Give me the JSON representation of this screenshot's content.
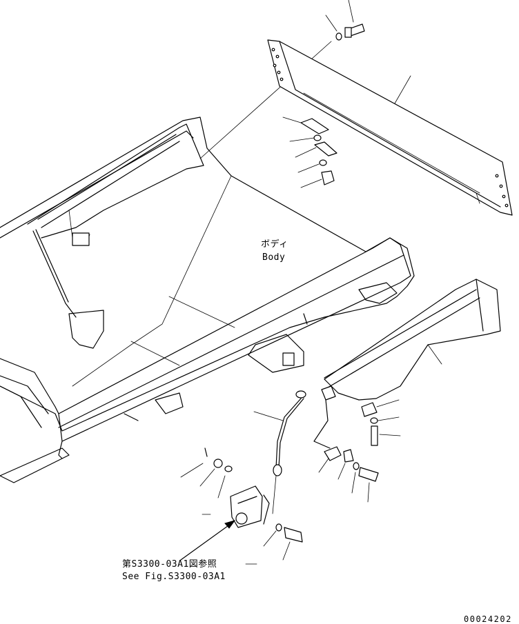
{
  "labels": {
    "body_jp": "ボディ",
    "body_en": "Body",
    "ref_jp": "第S3300-03A1図参照",
    "ref_en": "See Fig.S3300-03A1",
    "drawing_no": "00024202"
  }
}
